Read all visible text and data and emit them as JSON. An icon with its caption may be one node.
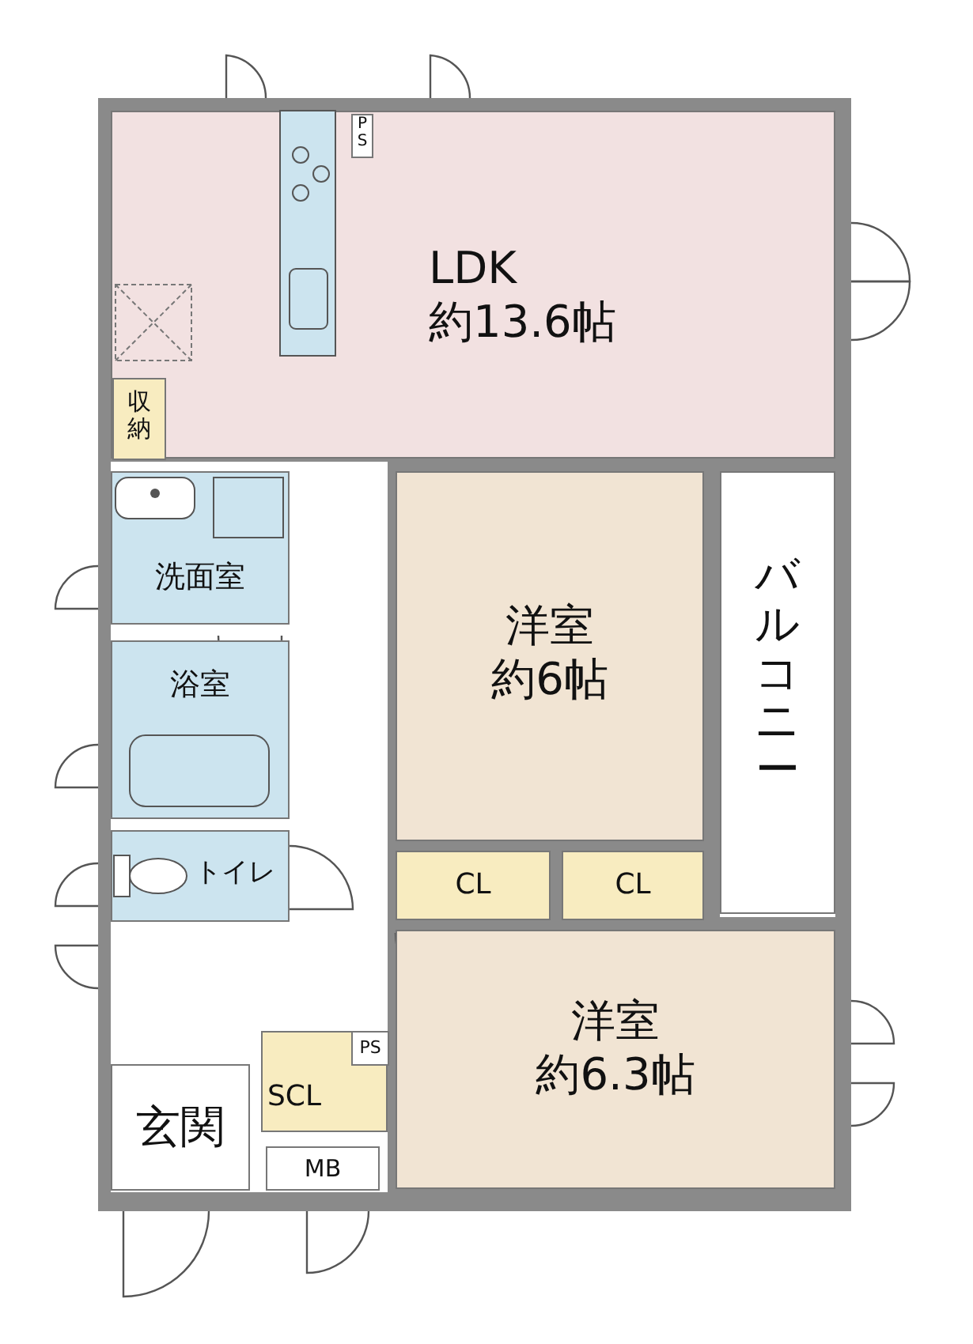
{
  "diagram": {
    "nodes": [
      {
        "text": [
          "PS"
        ],
        "in": 1
      },
      {
        "text": [
          "LDK",
          "約13.6帖"
        ]
      },
      {
        "text": [
          "収納"
        ],
        "in": 1
      },
      {
        "text": [
          "洗面室"
        ]
      },
      {
        "text": [
          "浴室"
        ]
      },
      {
        "text": [
          "洋室",
          "約6帖"
        ]
      },
      {
        "text": [
          "バルコニー"
        ]
      },
      {
        "text": [
          "トイレ"
        ]
      },
      {
        "text": [
          "CL"
        ]
      },
      {
        "text": [
          "CL"
        ]
      },
      {
        "text": [
          "洋室",
          "約6.3帖"
        ]
      },
      {
        "text": [
          "PS"
        ],
        "in": 12
      },
      {
        "text": [
          "SCL"
        ]
      },
      {
        "text": [
          "玄関"
        ]
      },
      {
        "text": [
          "MB"
        ]
      }
    ]
  }
}
